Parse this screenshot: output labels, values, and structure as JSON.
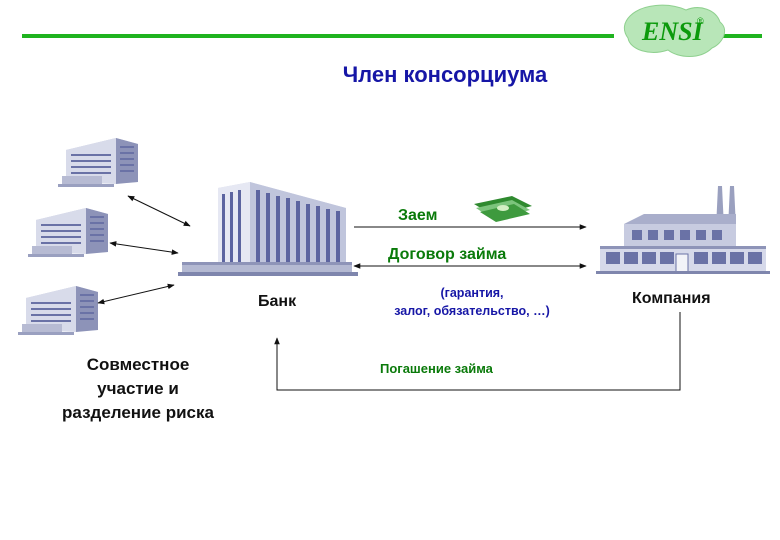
{
  "logo": {
    "text": "ENSI",
    "mark": "®"
  },
  "title": "Член консорциума",
  "loan": "Заем",
  "contract": "Договор займа",
  "guarantee": [
    "(гарантия,",
    "залог, обязательство, …)"
  ],
  "bank": "Банк",
  "company": "Компания",
  "repayment": "Погашение займа",
  "cooperation": [
    "Совместное",
    "участие и",
    "разделение риска"
  ],
  "colors": {
    "accent_line": "#1fb31f",
    "title": "#1616a6",
    "green_text": "#0a7a0a"
  }
}
